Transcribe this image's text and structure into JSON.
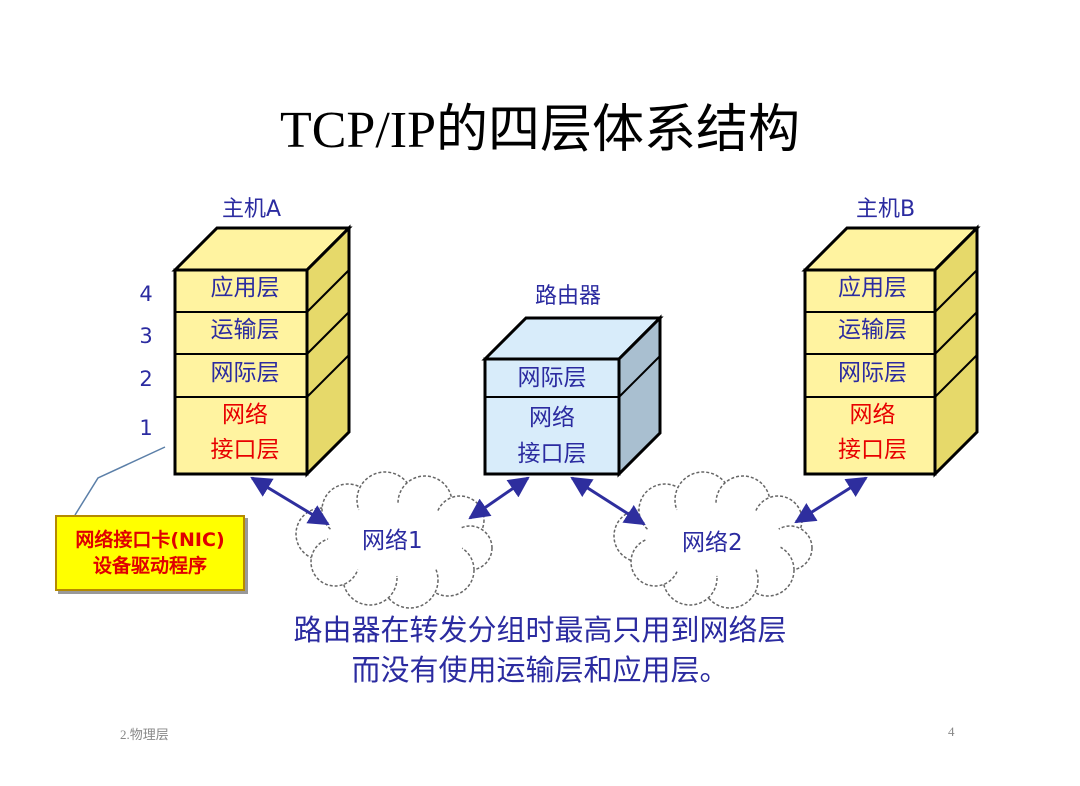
{
  "title": "TCP/IP的四层体系结构",
  "host_a": {
    "label": "主机A",
    "layers": [
      "应用层",
      "运输层",
      "网际层"
    ],
    "net_layer_line1": "网络",
    "net_layer_line2": "接口层"
  },
  "host_b": {
    "label": "主机B",
    "layers": [
      "应用层",
      "运输层",
      "网际层"
    ],
    "net_layer_line1": "网络",
    "net_layer_line2": "接口层"
  },
  "router": {
    "label": "路由器",
    "layers": [
      "网际层"
    ],
    "net_layer_line1": "网络",
    "net_layer_line2": "接口层"
  },
  "layer_numbers": [
    "4",
    "3",
    "2",
    "1"
  ],
  "nic_callout": {
    "line1": "网络接口卡(NIC)",
    "line2": "设备驱动程序"
  },
  "networks": [
    "网络1",
    "网络2"
  ],
  "caption": {
    "line1": "路由器在转发分组时最高只用到网络层",
    "line2": "而没有使用运输层和应用层。"
  },
  "footer": {
    "left": "2.物理层",
    "right": "4"
  },
  "colors": {
    "host_fill": "#fff3a0",
    "router_fill": "#d8ecfa",
    "text_blue": "#2b2ba0",
    "text_red": "#e80000",
    "arrow": "#2e2e9e",
    "callout_fill": "#ffff00"
  }
}
